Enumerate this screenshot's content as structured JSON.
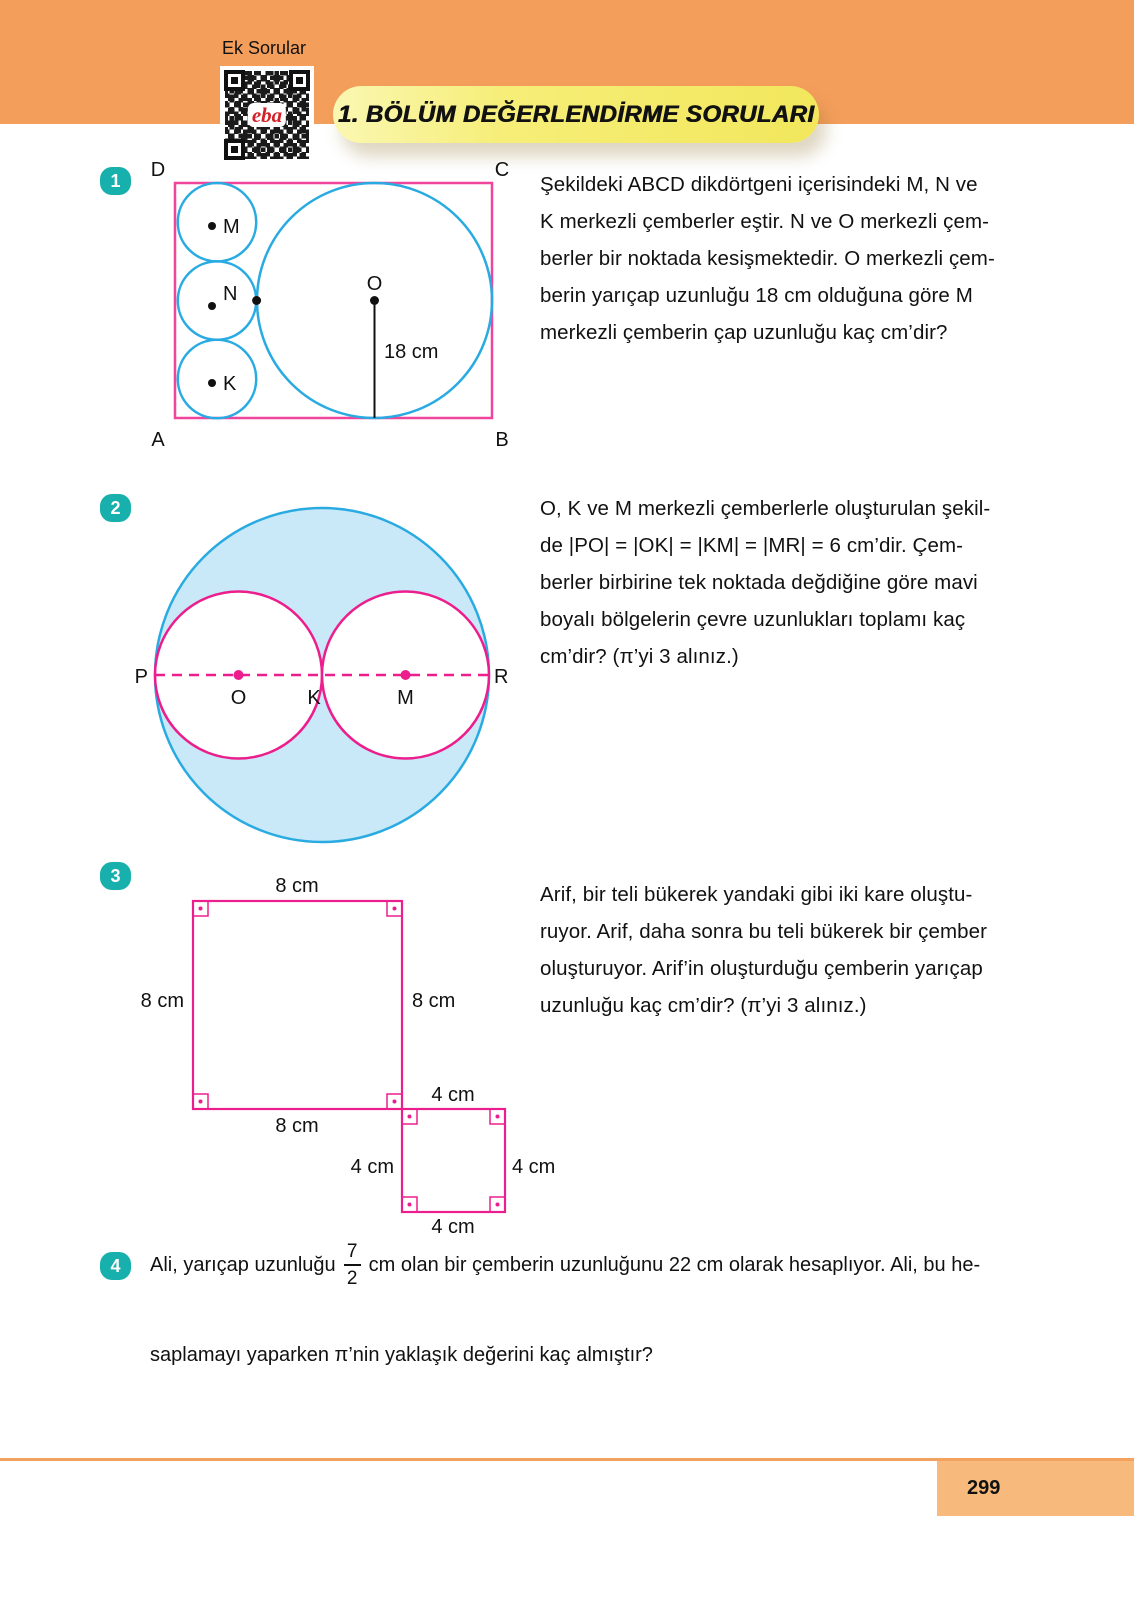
{
  "header": {
    "ek_sorular": "Ek Sorular",
    "qr_logo": "eba",
    "banner_title": "1. BÖLÜM DEĞERLENDİRME SORULARI"
  },
  "footer": {
    "page_number": "299"
  },
  "colors": {
    "header_orange": "#f49e5c",
    "footer_orange": "#f8ba7c",
    "banner_yellow": "#f2e75c",
    "badge_teal": "#17b0ac",
    "pink": "#ec1e8d",
    "cyan": "#29abe2",
    "light_blue_fill": "#c9e8f8"
  },
  "q1": {
    "number": "1",
    "text": "Şekildeki ABCD dikdörtgeni içerisindeki M, N ve\nK merkezli çemberler eştir. N ve O merkezli çem-\nberler bir noktada kesişmektedir. O merkezli çem-\nberin yarıçap uzunluğu 18 cm olduğuna göre M\nmerkezli çemberin çap uzunluğu kaç cm’dir?",
    "figure": {
      "corner_top_left": "D",
      "corner_top_right": "C",
      "corner_bottom_left": "A",
      "corner_bottom_right": "B",
      "circle1_label": "M",
      "circle2_label": "N",
      "circle3_label": "K",
      "big_circle_label": "O",
      "radius_label": "18 cm"
    }
  },
  "q2": {
    "number": "2",
    "text": "O, K ve M merkezli çemberlerle oluşturulan şekil-\nde |PO| = |OK| = |KM| = |MR| = 6 cm’dir. Çem-\nberler birbirine tek noktada değdiğine göre mavi\nboyalı bölgelerin çevre uzunlukları toplamı kaç\ncm’dir? (π’yi 3 alınız.)",
    "figure": {
      "left_point": "P",
      "center1": "O",
      "tangent_point": "K",
      "center2": "M",
      "right_point": "R"
    }
  },
  "q3": {
    "number": "3",
    "text": "Arif, bir teli bükerek yandaki gibi iki kare oluştu-\nruyor. Arif, daha sonra bu teli bükerek bir çember\noluşturuyor. Arif’in oluşturduğu çemberin yarıçap\nuzunluğu kaç cm’dir? (π’yi 3 alınız.)",
    "figure": {
      "big_square_side": "8 cm",
      "small_square_side": "4 cm"
    }
  },
  "q4": {
    "number": "4",
    "text_before_fraction": "Ali, yarıçap uzunluğu",
    "fraction_numerator": "7",
    "fraction_denominator": "2",
    "text_after_fraction": "cm olan bir çemberin uzunluğunu 22 cm olarak hesaplıyor. Ali, bu he-",
    "text_line2": "saplamayı yaparken π’nin yaklaşık değerini kaç almıştır?"
  }
}
